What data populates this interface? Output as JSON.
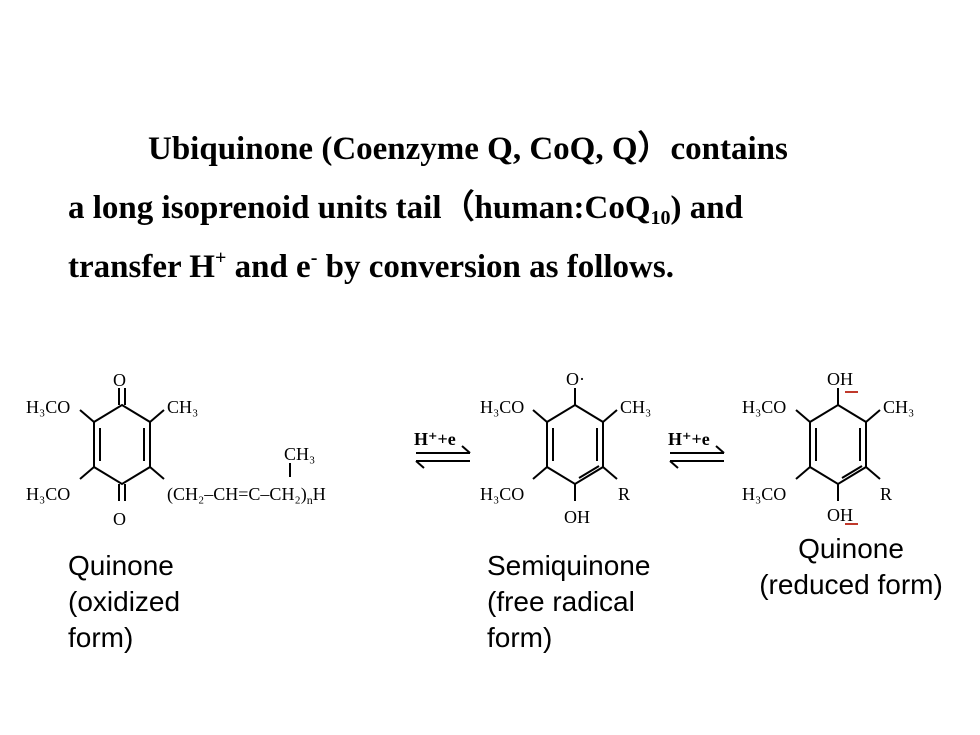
{
  "paragraph": {
    "l1": "Ubiquinone (Coenzyme Q, CoQ, Q）contains",
    "l2_a": "a long isoprenoid units tail（human:CoQ",
    "l2_sub": "10",
    "l2_b": ") and",
    "l3_a": "transfer H",
    "l3_sup1": "+",
    "l3_b": " and e",
    "l3_sup2": "-",
    "l3_c": " by conversion as follows."
  },
  "chem": {
    "h3co": "H₃CO",
    "ch3": "CH₃",
    "o": "O",
    "o_radical": "O·",
    "oh": "OH",
    "r": "R",
    "tail_main": "(CH₂–CH=C–CH₂)",
    "tail_n": "n",
    "tail_h": "H",
    "arrow_label": "H⁺+e"
  },
  "captions": {
    "quinone_oxidized": [
      "Quinone",
      "(oxidized",
      "form)"
    ],
    "semiquinone": [
      "Semiquinone",
      "(free radical",
      "form)"
    ],
    "quinone_reduced": [
      "Quinone",
      "(reduced form)"
    ]
  },
  "colors": {
    "text": "#000000",
    "accent_mark": "#c0392b"
  }
}
